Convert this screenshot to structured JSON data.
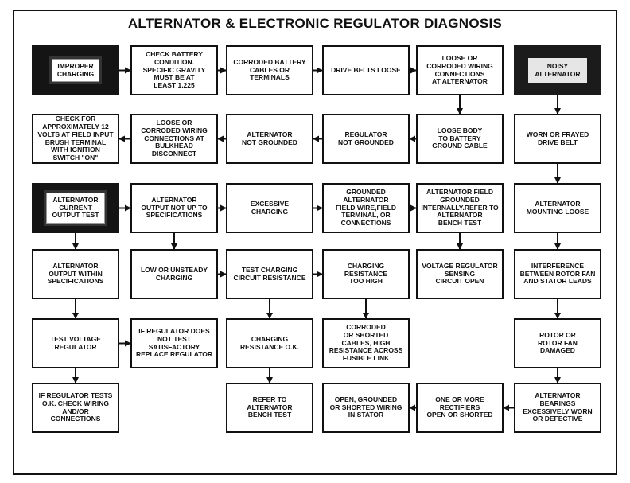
{
  "title": "ALTERNATOR & ELECTRONIC REGULATOR DIAGNOSIS",
  "nodes": [
    {
      "id": "improper",
      "text": "IMPROPER\nCHARGING",
      "style": "dark"
    },
    {
      "id": "battery",
      "text": "CHECK BATTERY\nCONDITION.\nSPECIFIC GRAVITY\nMUST BE AT\nLEAST 1.225"
    },
    {
      "id": "corroded",
      "text": "CORRODED BATTERY\nCABLES OR\nTERMINALS"
    },
    {
      "id": "belts",
      "text": "DRIVE BELTS LOOSE"
    },
    {
      "id": "loose-wiring-alt",
      "text": "LOOSE OR\nCORRODED WIRING\nCONNECTIONS\nAT ALTERNATOR"
    },
    {
      "id": "noisy",
      "text": "NOISY\nALTERNATOR",
      "style": "noisy"
    },
    {
      "id": "check12",
      "text": "CHECK FOR\nAPPROXIMATELY 12\nVOLTS AT FIELD INPUT\nBRUSH TERMINAL\nWITH IGNITION\nSWITCH \"ON\""
    },
    {
      "id": "loose-bulkhead",
      "text": "LOOSE OR\nCORRODED WIRING\nCONNECTIONS AT\nBULKHEAD\nDISCONNECT"
    },
    {
      "id": "alt-not-grounded",
      "text": "ALTERNATOR\nNOT GROUNDED"
    },
    {
      "id": "reg-not-grounded",
      "text": "REGULATOR\nNOT GROUNDED"
    },
    {
      "id": "loose-body",
      "text": "LOOSE BODY\nTO BATTERY\nGROUND CABLE"
    },
    {
      "id": "worn-belt",
      "text": "WORN OR FRAYED\nDRIVE BELT"
    },
    {
      "id": "current-test",
      "text": "ALTERNATOR\nCURRENT\nOUTPUT TEST",
      "style": "dark"
    },
    {
      "id": "output-not",
      "text": "ALTERNATOR\nOUTPUT NOT UP TO\nSPECIFICATIONS"
    },
    {
      "id": "excessive",
      "text": "EXCESSIVE\nCHARGING"
    },
    {
      "id": "grounded-field",
      "text": "GROUNDED\nALTERNATOR\nFIELD WIRE,FIELD\nTERMINAL, OR\nCONNECTIONS"
    },
    {
      "id": "field-internal",
      "text": "ALTERNATOR FIELD\nGROUNDED\nINTERNALLY.REFER TO\nALTERNATOR\nBENCH TEST"
    },
    {
      "id": "mount-loose",
      "text": "ALTERNATOR\nMOUNTING LOOSE"
    },
    {
      "id": "output-within",
      "text": "ALTERNATOR\nOUTPUT WITHIN\nSPECIFICATIONS"
    },
    {
      "id": "low-unsteady",
      "text": "LOW OR UNSTEADY\nCHARGING"
    },
    {
      "id": "test-resistance",
      "text": "TEST CHARGING\nCIRCUIT RESISTANCE"
    },
    {
      "id": "too-high",
      "text": "CHARGING\nRESISTANCE\nTOO HIGH"
    },
    {
      "id": "sensing-open",
      "text": "VOLTAGE REGULATOR\nSENSING\nCIRCUIT OPEN"
    },
    {
      "id": "interference",
      "text": "INTERFERENCE\nBETWEEN ROTOR FAN\nAND STATOR LEADS"
    },
    {
      "id": "test-vreg",
      "text": "TEST VOLTAGE\nREGULATOR"
    },
    {
      "id": "replace-reg",
      "text": "IF REGULATOR DOES\nNOT TEST\nSATISFACTORY\nREPLACE REGULATOR"
    },
    {
      "id": "resistance-ok",
      "text": "CHARGING\nRESISTANCE O.K."
    },
    {
      "id": "corroded-shorted",
      "text": "CORRODED\nOR SHORTED\nCABLES, HIGH\nRESISTANCE ACROSS\nFUSIBLE LINK"
    },
    {
      "id": "rotor-fan",
      "text": "ROTOR OR\nROTOR FAN\nDAMAGED"
    },
    {
      "id": "reg-ok",
      "text": "IF REGULATOR TESTS\nO.K. CHECK WIRING\nAND/OR\nCONNECTIONS"
    },
    {
      "id": "bench-test",
      "text": "REFER TO\nALTERNATOR\nBENCH TEST"
    },
    {
      "id": "stator",
      "text": "OPEN, GROUNDED\nOR SHORTED WIRING\nIN STATOR"
    },
    {
      "id": "rectifiers",
      "text": "ONE OR MORE\nRECTIFIERS\nOPEN OR SHORTED"
    },
    {
      "id": "bearings",
      "text": "ALTERNATOR\nBEARINGS\nEXCESSIVELY WORN\nOR DEFECTIVE"
    }
  ],
  "edges": [
    [
      "improper",
      "battery"
    ],
    [
      "battery",
      "corroded"
    ],
    [
      "corroded",
      "belts"
    ],
    [
      "belts",
      "loose-wiring-alt"
    ],
    [
      "loose-wiring-alt",
      "loose-body"
    ],
    [
      "loose-body",
      "reg-not-grounded"
    ],
    [
      "reg-not-grounded",
      "alt-not-grounded"
    ],
    [
      "alt-not-grounded",
      "loose-bulkhead"
    ],
    [
      "loose-bulkhead",
      "check12"
    ],
    [
      "noisy",
      "worn-belt"
    ],
    [
      "worn-belt",
      "mount-loose"
    ],
    [
      "mount-loose",
      "interference"
    ],
    [
      "interference",
      "rotor-fan"
    ],
    [
      "rotor-fan",
      "bearings"
    ],
    [
      "bearings",
      "rectifiers"
    ],
    [
      "rectifiers",
      "stator"
    ],
    [
      "current-test",
      "output-not"
    ],
    [
      "output-not",
      "excessive"
    ],
    [
      "excessive",
      "grounded-field"
    ],
    [
      "grounded-field",
      "field-internal"
    ],
    [
      "field-internal",
      "sensing-open"
    ],
    [
      "current-test",
      "output-within"
    ],
    [
      "output-within",
      "test-vreg"
    ],
    [
      "test-vreg",
      "reg-ok"
    ],
    [
      "test-vreg",
      "replace-reg"
    ],
    [
      "output-not",
      "low-unsteady"
    ],
    [
      "low-unsteady",
      "test-resistance"
    ],
    [
      "test-resistance",
      "too-high"
    ],
    [
      "test-resistance",
      "resistance-ok"
    ],
    [
      "resistance-ok",
      "bench-test"
    ],
    [
      "too-high",
      "corroded-shorted"
    ]
  ]
}
